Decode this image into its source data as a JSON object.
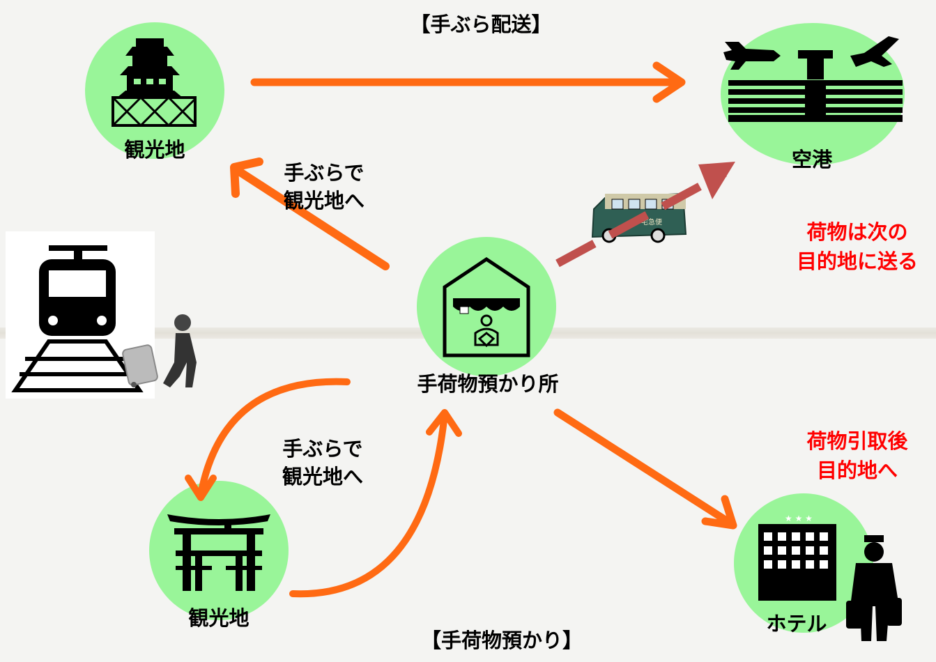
{
  "titles": {
    "top": "【手ぶら配送】",
    "bottom": "【手荷物預かり】"
  },
  "nodes": {
    "sightseeing_top": "観光地",
    "airport": "空港",
    "storage": "手荷物預かり所",
    "sightseeing_bottom": "観光地",
    "hotel": "ホテル"
  },
  "edge_labels": {
    "hands_free_top": [
      "手ぶらで",
      "観光地へ"
    ],
    "hands_free_bottom": [
      "手ぶらで",
      "観光地へ"
    ]
  },
  "notes": {
    "forward": [
      "荷物は次の",
      "目的地に送る"
    ],
    "pickup": [
      "荷物引取後",
      "目的地へ"
    ]
  },
  "van_text": "宅急便",
  "colors": {
    "node_fill": "#99f599",
    "arrow": "#ff6a13",
    "dashed_arrow": "#c0504d",
    "note_text": "#ff0000",
    "background": "#f4f4f2"
  }
}
